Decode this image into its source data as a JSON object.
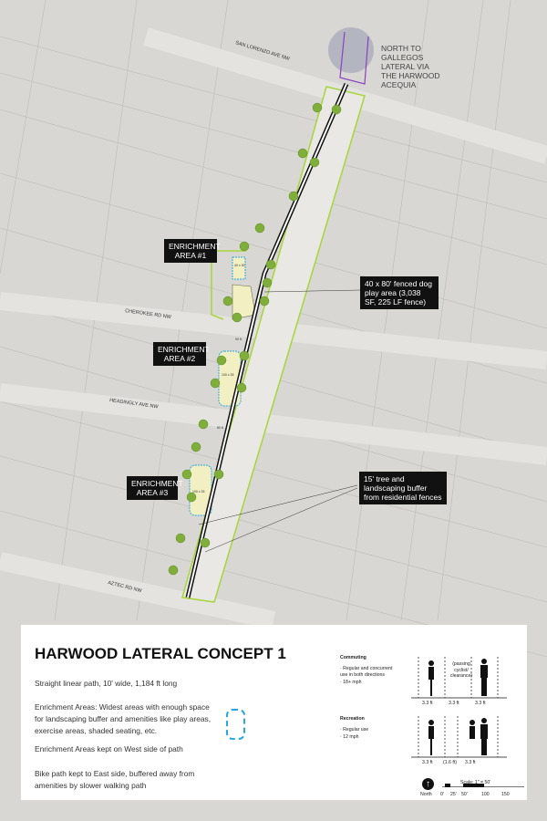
{
  "map": {
    "streets": [
      "SAN LORENZO AVE NW",
      "CHEROKEE RD NW",
      "HEADINGLY AVE NW",
      "AZTEC RD NW"
    ],
    "north_note": "NORTH TO GALLEGOS LATERAL VIA THE HARWOOD ACEQUIA",
    "enrichment_labels": [
      "ENRICHMENT AREA #1",
      "ENRICHMENT AREA #2",
      "ENRICHMENT AREA #3"
    ],
    "dog_park_callout": "40 x 80' fenced dog play area (3,038 SF, 225 LF fence)",
    "buffer_callout": "15' tree and landscaping buffer from residential fences",
    "area_dims": [
      "40 x 30",
      "100 x 35",
      "100 x 35"
    ],
    "widths": [
      "90 ft",
      "80 ft"
    ],
    "colors": {
      "buffer": "#a6d63a",
      "tree": "#7fae3a",
      "enrichment": "#f2efc2",
      "dashed": "#29a8e0",
      "path": "#111111"
    }
  },
  "panel": {
    "title": "HARWOOD LATERAL CONCEPT 1",
    "line1": "Straight linear path, 10' wide, 1,184 ft long",
    "line2": "Enrichment Areas: Widest areas with enough space for landscaping buffer and amenities like play areas, exercise areas, shaded seating, etc.",
    "line3": "Enrichment Areas kept on West side of path",
    "line4": "Bike path kept to East side, buffered away from amenities by slower walking path",
    "commuting": {
      "title": "Commuting",
      "b1": "· Regular and concurrent use in both directions",
      "b2": "· 18+ mph",
      "passing": "(passing cyclist/ clearance)",
      "dims": [
        "3.3 ft",
        "3.3 ft",
        "3.3 ft"
      ]
    },
    "recreation": {
      "title": "Recreation",
      "b1": "· Regular use",
      "b2": "· 12 mph",
      "dims": [
        "3.3 ft",
        "(1.6 ft)",
        "3.3 ft"
      ]
    },
    "north_label": "North",
    "scale_label": "Scale: 1\" = 50'",
    "scale_ticks": [
      "0'",
      "25'",
      "50'",
      "100",
      "150"
    ]
  }
}
